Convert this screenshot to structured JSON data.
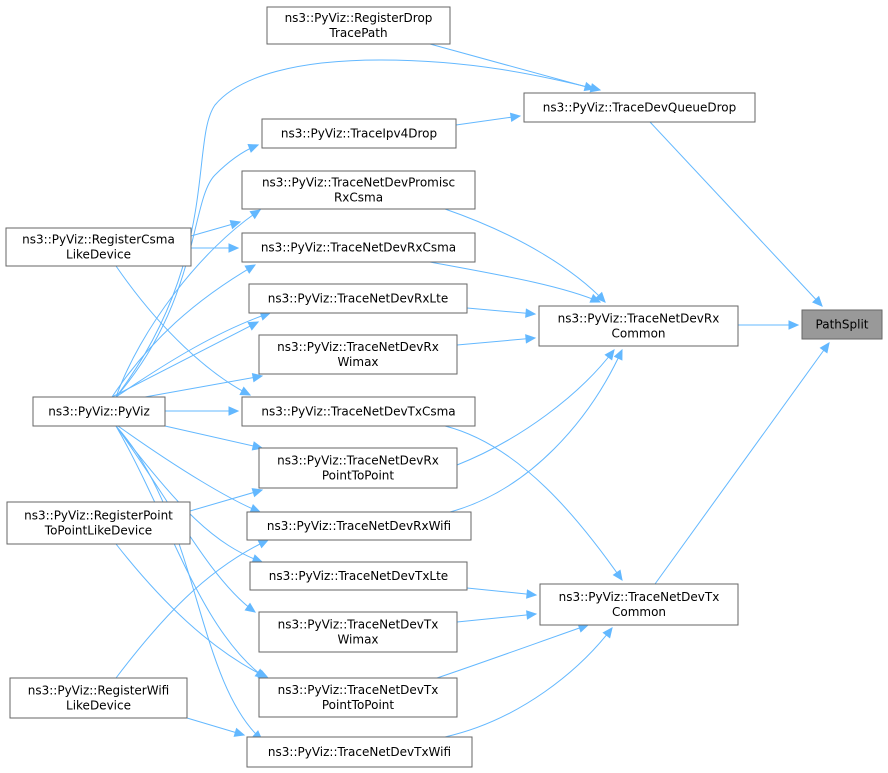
{
  "nodes": [
    {
      "id": "registerDropTracePath",
      "lines": [
        "ns3::PyViz::RegisterDrop",
        "TracePath"
      ]
    },
    {
      "id": "traceDevQueueDrop",
      "lines": [
        "ns3::PyViz::TraceDevQueueDrop"
      ]
    },
    {
      "id": "traceIpv4Drop",
      "lines": [
        "ns3::PyViz::TraceIpv4Drop"
      ]
    },
    {
      "id": "traceNetDevPromiscRxCsma",
      "lines": [
        "ns3::PyViz::TraceNetDevPromisc",
        "RxCsma"
      ]
    },
    {
      "id": "registerCsmaLikeDevice",
      "lines": [
        "ns3::PyViz::RegisterCsma",
        "LikeDevice"
      ]
    },
    {
      "id": "traceNetDevRxCsma",
      "lines": [
        "ns3::PyViz::TraceNetDevRxCsma"
      ]
    },
    {
      "id": "traceNetDevRxLte",
      "lines": [
        "ns3::PyViz::TraceNetDevRxLte"
      ]
    },
    {
      "id": "traceNetDevRxCommon",
      "lines": [
        "ns3::PyViz::TraceNetDevRx",
        "Common"
      ]
    },
    {
      "id": "pathSplit",
      "lines": [
        "PathSplit"
      ]
    },
    {
      "id": "traceNetDevRxWimax",
      "lines": [
        "ns3::PyViz::TraceNetDevRx",
        "Wimax"
      ]
    },
    {
      "id": "pyViz",
      "lines": [
        "ns3::PyViz::PyViz"
      ]
    },
    {
      "id": "traceNetDevTxCsma",
      "lines": [
        "ns3::PyViz::TraceNetDevTxCsma"
      ]
    },
    {
      "id": "traceNetDevRxPointToPoint",
      "lines": [
        "ns3::PyViz::TraceNetDevRx",
        "PointToPoint"
      ]
    },
    {
      "id": "registerPointToPointLikeDevice",
      "lines": [
        "ns3::PyViz::RegisterPoint",
        "ToPointLikeDevice"
      ]
    },
    {
      "id": "traceNetDevRxWifi",
      "lines": [
        "ns3::PyViz::TraceNetDevRxWifi"
      ]
    },
    {
      "id": "traceNetDevTxLte",
      "lines": [
        "ns3::PyViz::TraceNetDevTxLte"
      ]
    },
    {
      "id": "traceNetDevTxCommon",
      "lines": [
        "ns3::PyViz::TraceNetDevTx",
        "Common"
      ]
    },
    {
      "id": "traceNetDevTxWimax",
      "lines": [
        "ns3::PyViz::TraceNetDevTx",
        "Wimax"
      ]
    },
    {
      "id": "registerWifiLikeDevice",
      "lines": [
        "ns3::PyViz::RegisterWifi",
        "LikeDevice"
      ]
    },
    {
      "id": "traceNetDevTxPointToPoint",
      "lines": [
        "ns3::PyViz::TraceNetDevTx",
        "PointToPoint"
      ]
    },
    {
      "id": "traceNetDevTxWifi",
      "lines": [
        "ns3::PyViz::TraceNetDevTxWifi"
      ]
    }
  ],
  "edges": [
    {
      "from": "traceDevQueueDrop",
      "to": "pathSplit"
    },
    {
      "from": "traceNetDevRxCommon",
      "to": "pathSplit"
    },
    {
      "from": "traceNetDevTxCommon",
      "to": "pathSplit"
    },
    {
      "from": "registerDropTracePath",
      "to": "traceDevQueueDrop"
    },
    {
      "from": "traceIpv4Drop",
      "to": "traceDevQueueDrop"
    },
    {
      "from": "pyViz",
      "to": "traceDevQueueDrop"
    },
    {
      "from": "pyViz",
      "to": "traceIpv4Drop"
    },
    {
      "from": "traceNetDevPromiscRxCsma",
      "to": "traceNetDevRxCommon"
    },
    {
      "from": "traceNetDevRxCsma",
      "to": "traceNetDevRxCommon"
    },
    {
      "from": "traceNetDevRxLte",
      "to": "traceNetDevRxCommon"
    },
    {
      "from": "traceNetDevRxWimax",
      "to": "traceNetDevRxCommon"
    },
    {
      "from": "traceNetDevRxPointToPoint",
      "to": "traceNetDevRxCommon"
    },
    {
      "from": "traceNetDevRxWifi",
      "to": "traceNetDevRxCommon"
    },
    {
      "from": "traceNetDevTxCsma",
      "to": "traceNetDevTxCommon"
    },
    {
      "from": "traceNetDevTxLte",
      "to": "traceNetDevTxCommon"
    },
    {
      "from": "traceNetDevTxWimax",
      "to": "traceNetDevTxCommon"
    },
    {
      "from": "traceNetDevTxPointToPoint",
      "to": "traceNetDevTxCommon"
    },
    {
      "from": "traceNetDevTxWifi",
      "to": "traceNetDevTxCommon"
    },
    {
      "from": "registerCsmaLikeDevice",
      "to": "traceNetDevPromiscRxCsma"
    },
    {
      "from": "registerCsmaLikeDevice",
      "to": "traceNetDevRxCsma"
    },
    {
      "from": "registerCsmaLikeDevice",
      "to": "traceNetDevTxCsma"
    },
    {
      "from": "pyViz",
      "to": "registerCsmaLikeDevice"
    },
    {
      "from": "pyViz",
      "to": "traceNetDevPromiscRxCsma"
    },
    {
      "from": "pyViz",
      "to": "traceNetDevRxCsma"
    },
    {
      "from": "pyViz",
      "to": "traceNetDevRxLte"
    },
    {
      "from": "pyViz",
      "to": "traceNetDevRxWimax"
    },
    {
      "from": "pyViz",
      "to": "traceNetDevTxCsma"
    },
    {
      "from": "pyViz",
      "to": "traceNetDevRxPointToPoint"
    },
    {
      "from": "pyViz",
      "to": "traceNetDevRxWifi"
    },
    {
      "from": "pyViz",
      "to": "traceNetDevTxLte"
    },
    {
      "from": "pyViz",
      "to": "traceNetDevTxWimax"
    },
    {
      "from": "pyViz",
      "to": "traceNetDevTxPointToPoint"
    },
    {
      "from": "pyViz",
      "to": "traceNetDevTxWifi"
    },
    {
      "from": "registerPointToPointLikeDevice",
      "to": "traceNetDevRxPointToPoint"
    },
    {
      "from": "registerPointToPointLikeDevice",
      "to": "traceNetDevTxPointToPoint"
    },
    {
      "from": "registerWifiLikeDevice",
      "to": "traceNetDevRxWifi"
    },
    {
      "from": "registerWifiLikeDevice",
      "to": "traceNetDevTxWifi"
    }
  ],
  "colors": {
    "edge": "#63b8ff",
    "node_border": "#666666",
    "focus_fill": "#999999",
    "node_fill": "#ffffff"
  }
}
